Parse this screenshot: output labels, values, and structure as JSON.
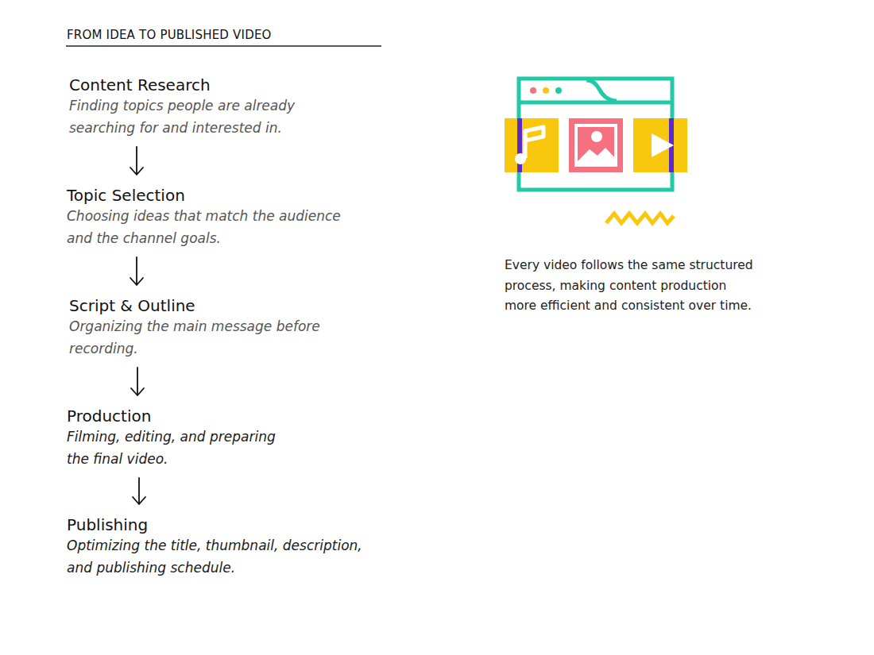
{
  "diagram": {
    "title": "FROM IDEA TO PUBLISHED VIDEO",
    "caption": "Every video follows the same structured process, making content production more efficient and consistent over time.",
    "nodes": [
      {
        "text": [
          "Content Research",
          "Finding topics people are already searching for and interested in."
        ]
      },
      {
        "text": [
          "Topic Selection",
          "Choosing ideas that match the audience and the channel goals."
        ]
      },
      {
        "text": [
          "Script & Outline",
          "Organizing the main message before recording."
        ]
      },
      {
        "text": [
          "Production",
          "Filming, editing, and preparing the final video."
        ]
      },
      {
        "text": [
          "Publishing",
          "Optimizing the title, thumbnail, description, and publishing schedule."
        ]
      }
    ],
    "edges": [
      {
        "from": 0,
        "to": 1,
        "arrow": "to"
      },
      {
        "from": 1,
        "to": 2,
        "arrow": "to"
      },
      {
        "from": 2,
        "to": 3,
        "arrow": "to"
      },
      {
        "from": 3,
        "to": 4,
        "arrow": "to"
      }
    ]
  }
}
